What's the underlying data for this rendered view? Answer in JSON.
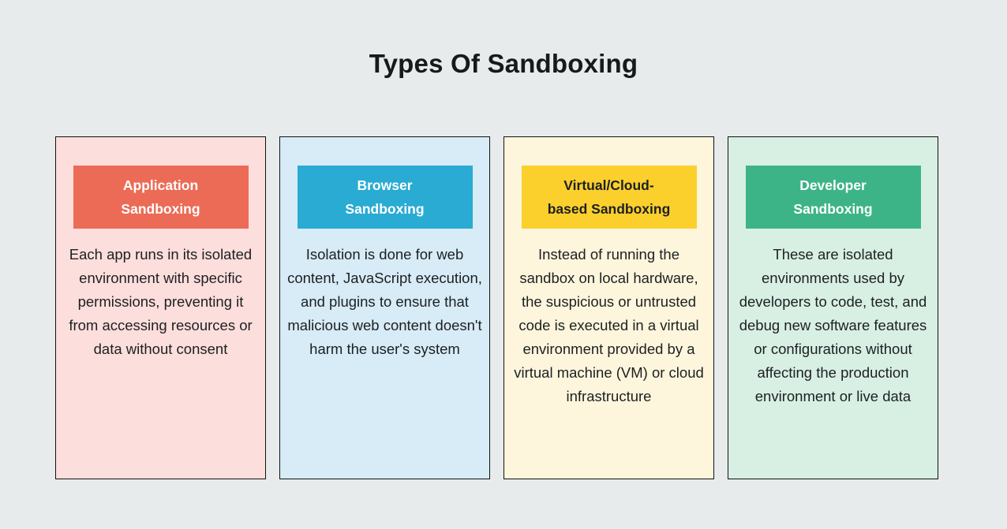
{
  "page": {
    "title": "Types Of Sandboxing",
    "background_color": "#e8ebeb",
    "card_border_color": "#111111",
    "body_text_color": "#1d1f22"
  },
  "cards": [
    {
      "id": "application-sandboxing",
      "title_lines": [
        "Application",
        "Sandboxing"
      ],
      "description": "Each app runs in its isolated environment with specific permissions, preventing it from accessing resources or data without consent",
      "header_color": "#EC6B56",
      "header_text_color": "#FFFFFF",
      "body_color": "#FCDEDC"
    },
    {
      "id": "browser-sandboxing",
      "title_lines": [
        "Browser",
        "Sandboxing"
      ],
      "description": "Isolation is done for web content, JavaScript execution, and plugins to ensure that malicious web content doesn't harm the user's system",
      "header_color": "#29ABD3",
      "header_text_color": "#FFFFFF",
      "body_color": "#D7ECF6"
    },
    {
      "id": "virtual-cloud-based-sandboxing",
      "title_lines": [
        "Virtual/Cloud-",
        "based Sandboxing"
      ],
      "description": "Instead of running the sandbox on local hardware, the suspicious or untrusted code is executed in a virtual environment provided by a virtual machine (VM) or cloud infrastructure",
      "header_color": "#FBD02D",
      "header_text_color": "#1D1F22",
      "body_color": "#FDF6DC"
    },
    {
      "id": "developer-sandboxing",
      "title_lines": [
        "Developer",
        "Sandboxing"
      ],
      "description": "These are isolated environments used by developers to code, test, and debug new software features or configurations without affecting the production environment or live data",
      "header_color": "#3CB488",
      "header_text_color": "#FFFFFF",
      "body_color": "#D8F0E4"
    }
  ]
}
